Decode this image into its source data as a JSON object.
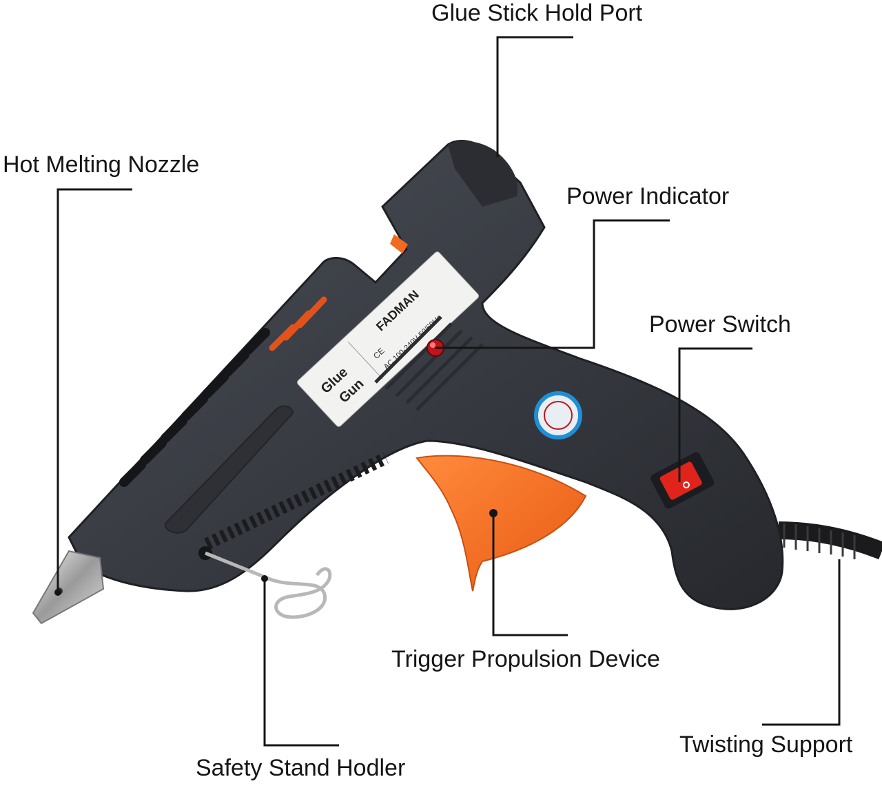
{
  "diagram": {
    "product_label": {
      "brand": "FADMAN",
      "line1": "Glue",
      "line2": "Gun",
      "cert_marks": "CE",
      "spec_text": "AC 100-240V 50/60Hz"
    },
    "callouts": [
      {
        "id": "glue-stick-hold-port",
        "label": "Glue Stick Hold Port"
      },
      {
        "id": "hot-melting-nozzle",
        "label": "Hot Melting Nozzle"
      },
      {
        "id": "power-indicator",
        "label": "Power Indicator"
      },
      {
        "id": "power-switch",
        "label": "Power Switch"
      },
      {
        "id": "trigger-propulsion-device",
        "label": "Trigger Propulsion Device"
      },
      {
        "id": "twisting-support",
        "label": "Twisting Support"
      },
      {
        "id": "safety-stand-holder",
        "label": "Safety Stand Hodler"
      }
    ],
    "colors": {
      "body": "#3a3d44",
      "body_dark": "#24262b",
      "trigger": "#f26a1f",
      "indicator": "#c0151a",
      "switch": "#e0241b",
      "badge_ring": "#1f8fd6",
      "line": "#151515"
    }
  }
}
